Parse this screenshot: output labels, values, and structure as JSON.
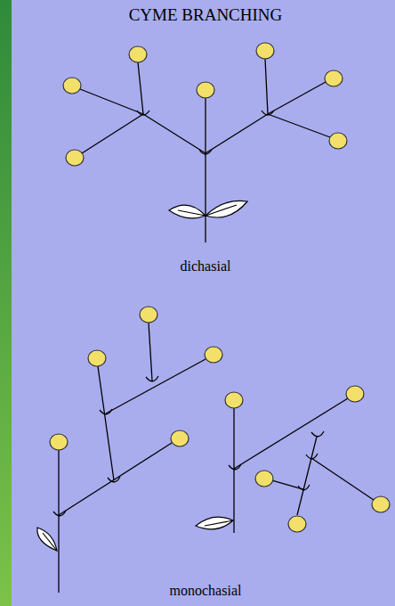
{
  "diagram": {
    "title": "CYME BRANCHING",
    "labels": [
      "dichasial",
      "monochasial"
    ]
  }
}
